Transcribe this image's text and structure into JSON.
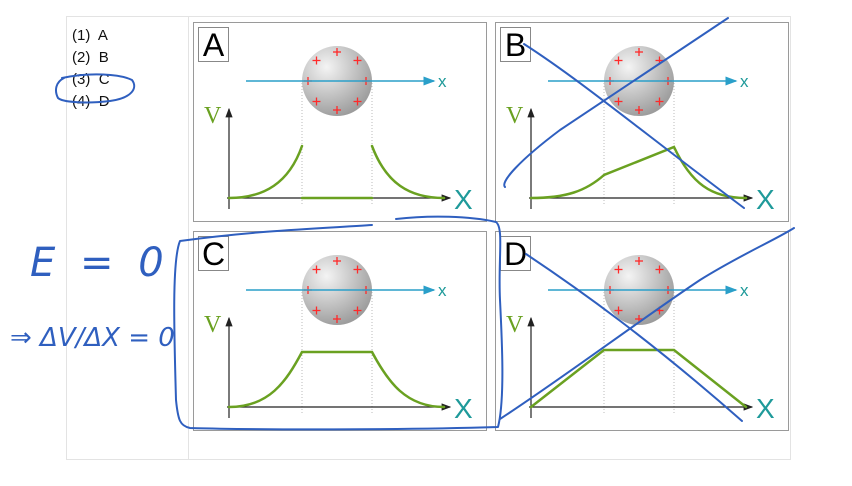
{
  "question": {
    "options": [
      {
        "number": "(1)",
        "label": "A"
      },
      {
        "number": "(2)",
        "label": "B"
      },
      {
        "number": "(3)",
        "label": "C"
      },
      {
        "number": "(4)",
        "label": "D"
      }
    ],
    "circled_option": "(3) C"
  },
  "panels": [
    {
      "letter": "A",
      "v_label": "V",
      "axis_x_label": "x",
      "graph_x_label": "X",
      "curve": "rises-jump-zero-inside-jump-falls",
      "crossed_out": false
    },
    {
      "letter": "B",
      "v_label": "V",
      "axis_x_label": "x",
      "graph_x_label": "X",
      "curve": "rises-linear-inside-peak-falls",
      "crossed_out": true
    },
    {
      "letter": "C",
      "v_label": "V",
      "axis_x_label": "x",
      "graph_x_label": "X",
      "curve": "rises-flat-inside-falls",
      "crossed_out": false,
      "circled": true
    },
    {
      "letter": "D",
      "v_label": "V",
      "axis_x_label": "x",
      "graph_x_label": "X",
      "curve": "linear-rise-flat-linear-fall",
      "crossed_out": true
    }
  ],
  "handwriting": {
    "line1": "E = 0",
    "line2": "⇒ ΔV/ΔX = 0"
  },
  "colors": {
    "ink": "#2f5fbf",
    "curve": "#6aa121",
    "axis_arrow": "#2a9fc9",
    "charge": "#ff2a2a",
    "teal_label": "#1f9a9a"
  }
}
